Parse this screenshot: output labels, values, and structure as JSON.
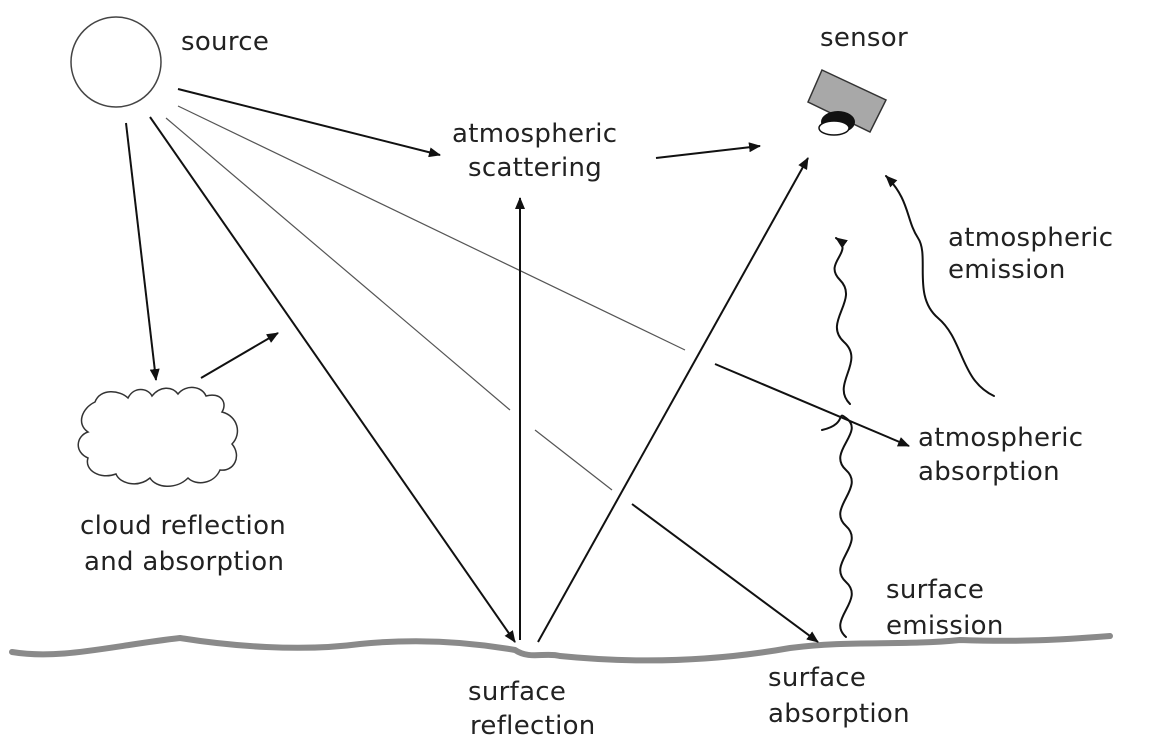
{
  "labels": {
    "source": "source",
    "sensor": "sensor",
    "atm_scattering_1": "atmospheric",
    "atm_scattering_2": "scattering",
    "atm_emission_1": "atmospheric",
    "atm_emission_2": "emission",
    "atm_absorption_1": "atmospheric",
    "atm_absorption_2": "absorption",
    "cloud_1": "cloud reflection",
    "cloud_2": "and absorption",
    "surf_emission_1": "surface",
    "surf_emission_2": "emission",
    "surf_reflection_1": "surface",
    "surf_reflection_2": "reflection",
    "surf_absorption_1": "surface",
    "surf_absorption_2": "absorption"
  },
  "colors": {
    "ground": "#8a8a8a",
    "sensor_body": "#a8a8a8",
    "ink": "#111111",
    "faint_ray": "#555555"
  },
  "icons": [
    "sun-icon",
    "cloud-icon",
    "sensor-icon"
  ]
}
